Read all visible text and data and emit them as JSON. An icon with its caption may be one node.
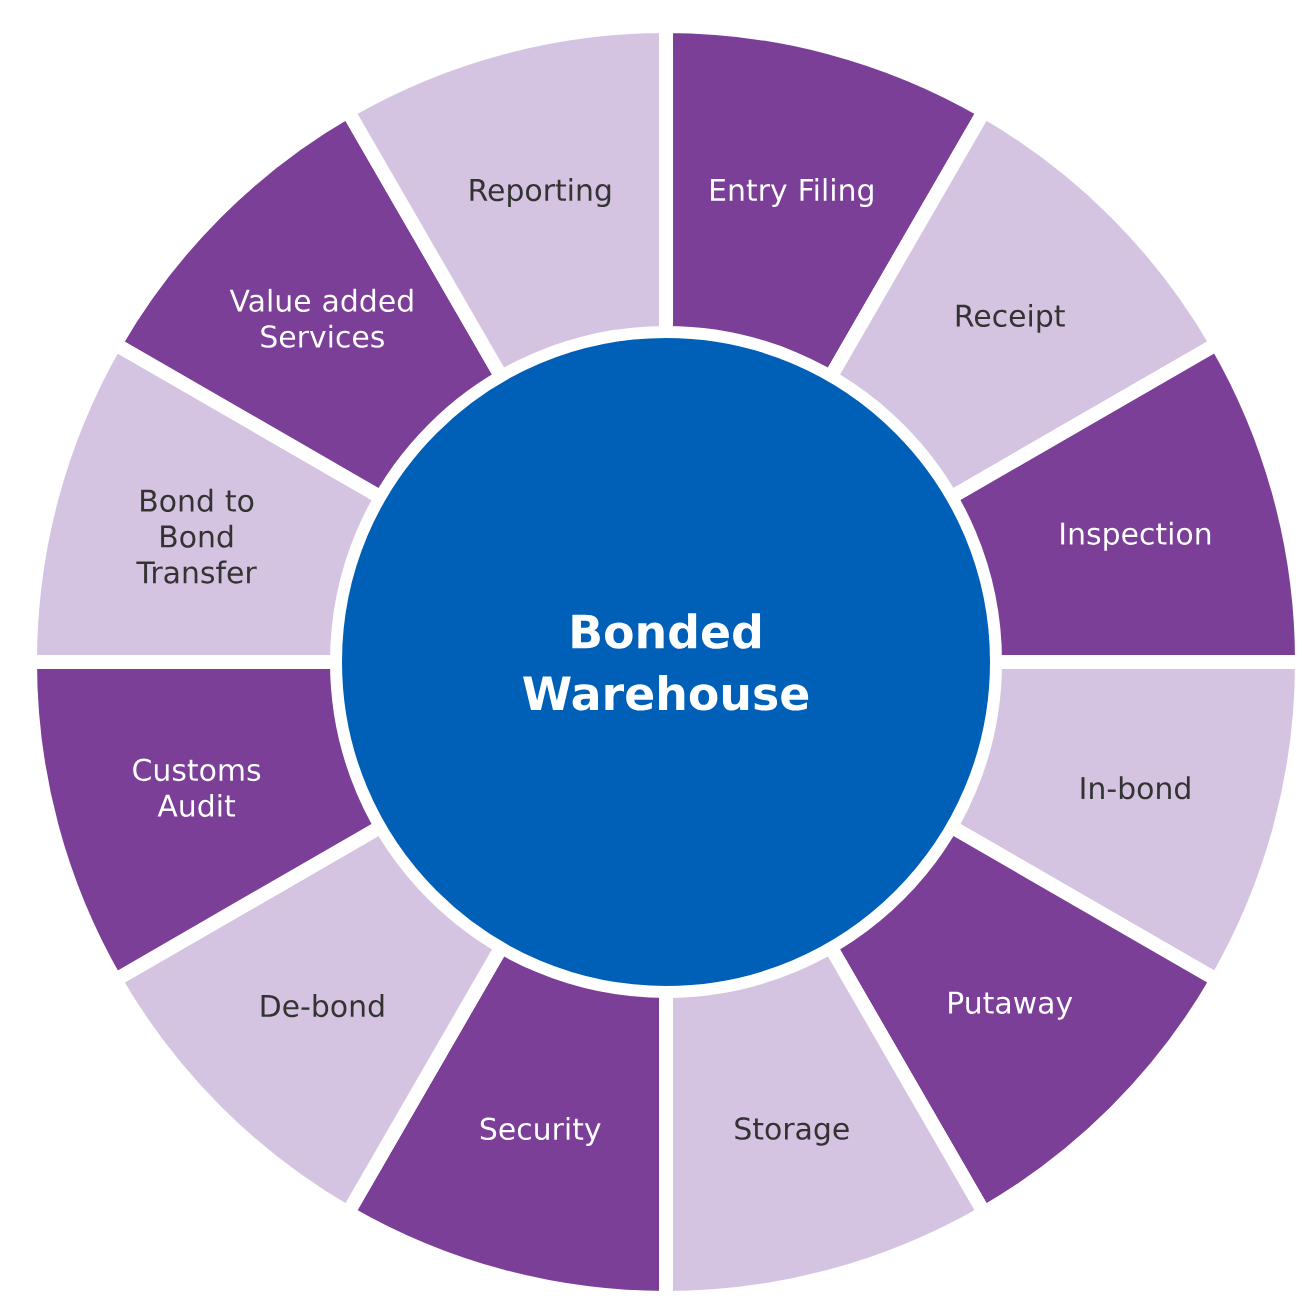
{
  "diagram": {
    "nodes": [
      {
        "text": [
          "Bonded Warehouse"
        ]
      },
      {
        "text": [
          "Entry Filing"
        ]
      },
      {
        "text": [
          "Receipt"
        ]
      },
      {
        "text": [
          "Inspection"
        ]
      },
      {
        "text": [
          "In-bond"
        ]
      },
      {
        "text": [
          "Putaway"
        ]
      },
      {
        "text": [
          "Storage"
        ]
      },
      {
        "text": [
          "Security"
        ]
      },
      {
        "text": [
          "De-bond"
        ]
      },
      {
        "text": [
          "Customs Audit"
        ]
      },
      {
        "text": [
          "Bond to Bond Transfer"
        ]
      },
      {
        "text": [
          "Value added Services"
        ]
      },
      {
        "text": [
          "Reporting"
        ]
      }
    ]
  }
}
